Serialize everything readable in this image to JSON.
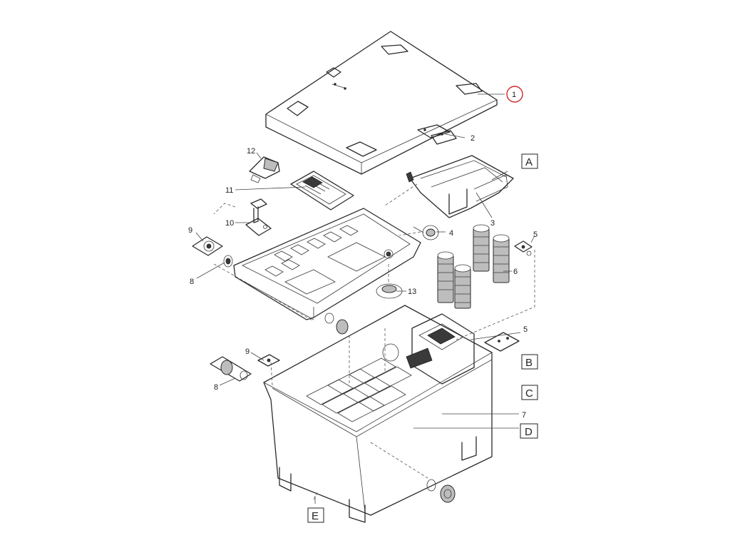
{
  "diagram": {
    "part_numbers": [
      "1",
      "2",
      "3",
      "4",
      "5",
      "6",
      "7",
      "8",
      "9",
      "10",
      "11",
      "12",
      "13"
    ],
    "section_letters": [
      "A",
      "B",
      "C",
      "D",
      "E"
    ],
    "highlighted_part": "1",
    "highlight_color": "#d0282c",
    "line_color": "#2a2a2a"
  }
}
